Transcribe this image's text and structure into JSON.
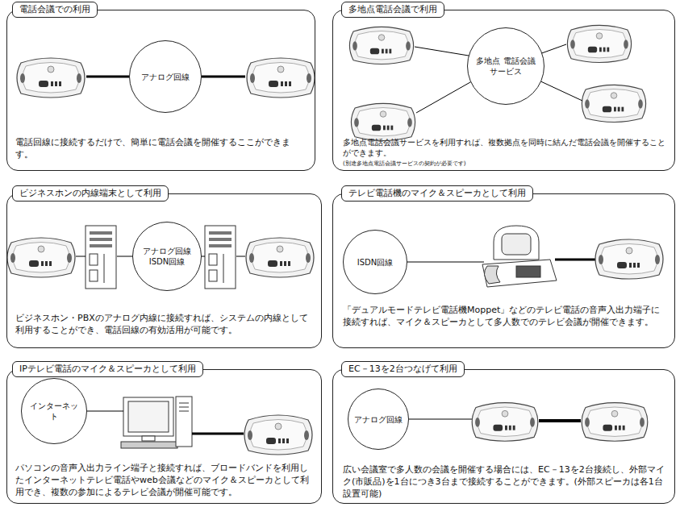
{
  "diagram": {
    "nodes": [
      {
        "text": [
          "電話会議での利用",
          "電話回線に接続するだけで、簡単に電話会議を開催するここができます。"
        ]
      },
      {
        "text": [
          "アナログ回線"
        ],
        "in": 0
      },
      {
        "text": [
          "多地点電話会議で利用",
          "多地点電話会議サービスを利用すれば、複数拠点を同時に結んだ電話会議を開催することができます。",
          "(別途多地点電話会議サービスの契約が必要です)"
        ]
      },
      {
        "text": [
          "多地点 電話会議サービス"
        ],
        "in": 2
      },
      {
        "text": [
          "ビジネスホンの内線端末として利用",
          "ビジネスホン・PBXのアナログ内線に接続すれば、システムの内線として利用することができ、電話回線の有効活用が可能です。"
        ]
      },
      {
        "text": [
          "アナログ回線 ISDN回線"
        ],
        "in": 4
      },
      {
        "text": [
          "テレビ電話機のマイク＆スピーカとして利用",
          "「デュアルモードテレビ電話機Moppet」などのテレビ電話の音声入出力端子に接続すれば、マイク＆スピーカとして多人数でのテレビ会議が開催できます。"
        ]
      },
      {
        "text": [
          "ISDN回線"
        ],
        "in": 6
      },
      {
        "text": [
          "IPテレビ電話のマイク＆スピーカとして利用",
          "パソコンの音声入出力ライン端子と接続すれば、ブロードバンドを利用したインターネットテレビ電話やweb会議などのマイク＆スピーカとして利用でき、複数の参加によるテレビ会議が開催可能です。"
        ]
      },
      {
        "text": [
          "インターネット"
        ],
        "in": 8
      },
      {
        "text": [
          "EC－13を2台つなげて利用",
          "広い会議室で多人数の会議を開催する場合には、EC－13を2台接続し、外部マイク(市販品)を1台につき3台まで接続することができます。(外部スピーカは各1台設置可能)"
        ]
      },
      {
        "text": [
          "アナログ回線"
        ],
        "in": 10
      }
    ]
  }
}
